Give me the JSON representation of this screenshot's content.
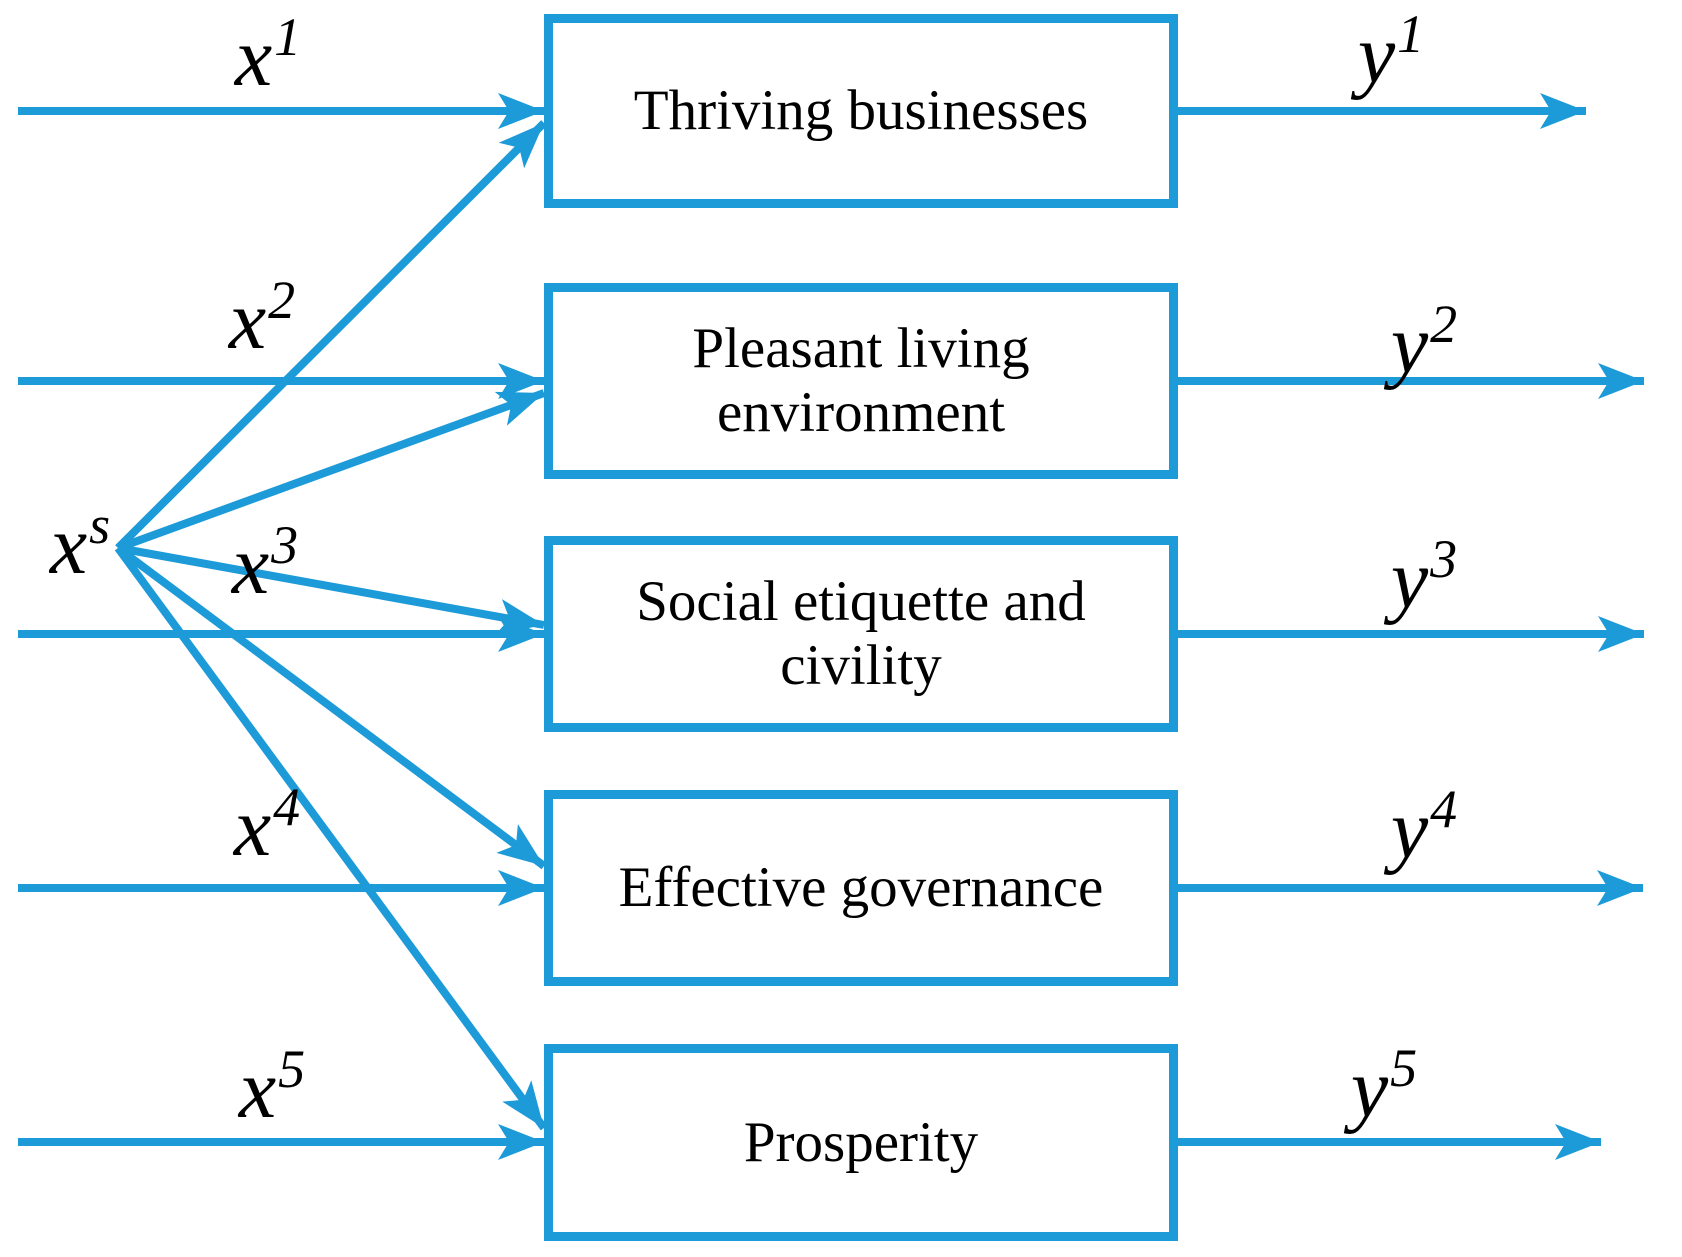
{
  "figure": {
    "type": "fan-out flow diagram",
    "colors": {
      "accent": "#1d9ad8",
      "text": "#000000",
      "background": "#ffffff"
    }
  },
  "shared_input": {
    "base": "x",
    "sup": "s"
  },
  "boxes": [
    {
      "label": "Thriving businesses",
      "input": {
        "base": "x",
        "sup": "1"
      },
      "output": {
        "base": "y",
        "sup": "1"
      }
    },
    {
      "label": "Pleasant living environment",
      "input": {
        "base": "x",
        "sup": "2"
      },
      "output": {
        "base": "y",
        "sup": "2"
      }
    },
    {
      "label": "Social etiquette and civility",
      "input": {
        "base": "x",
        "sup": "3"
      },
      "output": {
        "base": "y",
        "sup": "3"
      }
    },
    {
      "label": "Effective governance",
      "input": {
        "base": "x",
        "sup": "4"
      },
      "output": {
        "base": "y",
        "sup": "4"
      }
    },
    {
      "label": "Prosperity",
      "input": {
        "base": "x",
        "sup": "5"
      },
      "output": {
        "base": "y",
        "sup": "5"
      }
    }
  ]
}
